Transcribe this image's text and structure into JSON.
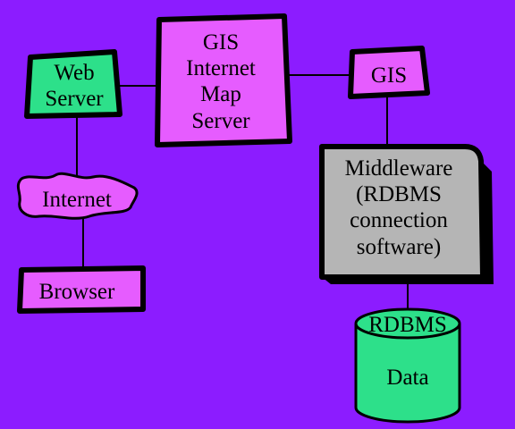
{
  "diagram": {
    "colors": {
      "background": "#8c1cff",
      "magenta_box": "#e65cff",
      "green_box": "#2de08a",
      "gray_box": "#b5b5b5",
      "line": "#000000"
    },
    "nodes": {
      "web_server": {
        "lines": [
          "Web",
          "Server"
        ]
      },
      "gis_map_server": {
        "lines": [
          "GIS",
          "Internet",
          "Map",
          "Server"
        ]
      },
      "gis": {
        "lines": [
          "GIS"
        ]
      },
      "internet": {
        "lines": [
          "Internet"
        ]
      },
      "browser": {
        "lines": [
          "Browser"
        ]
      },
      "middleware": {
        "lines": [
          "Middleware",
          "(RDBMS",
          "connection",
          "software)"
        ]
      },
      "rdbms": {
        "label": "RDBMS",
        "body": "Data"
      }
    },
    "edges": [
      {
        "from": "web_server",
        "to": "gis_map_server"
      },
      {
        "from": "gis_map_server",
        "to": "gis"
      },
      {
        "from": "gis",
        "to": "middleware"
      },
      {
        "from": "web_server",
        "to": "internet"
      },
      {
        "from": "internet",
        "to": "browser"
      },
      {
        "from": "middleware",
        "to": "rdbms"
      }
    ]
  }
}
